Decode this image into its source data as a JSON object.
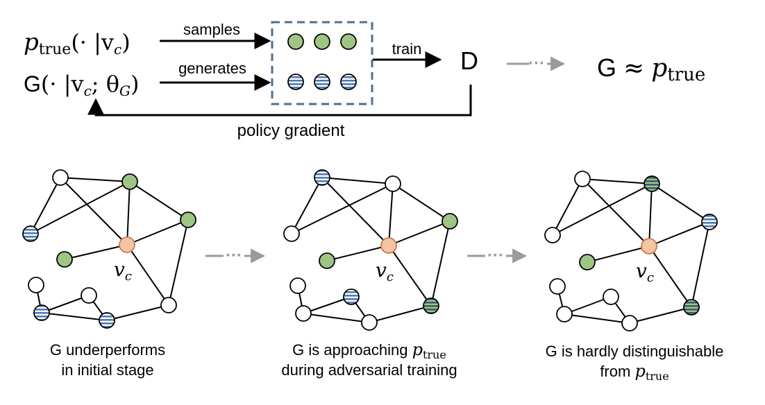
{
  "top": {
    "p_true_label": {
      "main": "p",
      "sub": "true",
      "args": "(· |v",
      "args_sub": "c",
      "close": ")"
    },
    "g_label": {
      "main": "G",
      "args": "(· |v",
      "args_sub1": "c",
      "mid": "; θ",
      "args_sub2": "G",
      "close": ")"
    },
    "samples_label": "samples",
    "generates_label": "generates",
    "train_label": "train",
    "discriminator_label": "D",
    "dots_label": "···",
    "result_label": {
      "g": "G",
      "approx": "≈",
      "p": "p",
      "sub": "true"
    },
    "policy_gradient_label": "policy gradient"
  },
  "graphs": [
    {
      "center_label": "v",
      "center_sub": "c",
      "caption_line1": "G underperforms",
      "caption_line2": "in initial stage"
    },
    {
      "center_label": "v",
      "center_sub": "c",
      "caption_line1_prefix": "G is approaching ",
      "caption_line1_p": "p",
      "caption_line1_sub": "true",
      "caption_line2": "during adversarial training"
    },
    {
      "center_label": "v",
      "center_sub": "c",
      "caption_line1": "G is hardly distinguishable",
      "caption_line2_prefix": "from ",
      "caption_line2_p": "p",
      "caption_line2_sub": "true"
    }
  ],
  "between_dots": "···",
  "colors": {
    "green": "#9fc585",
    "blue_stripe": "#4f7ab2",
    "dark_stripe": "#3b6b6b",
    "center": "#f4c4a4",
    "dashed_box": "#4d6f91",
    "gray_arrow": "#999999"
  }
}
